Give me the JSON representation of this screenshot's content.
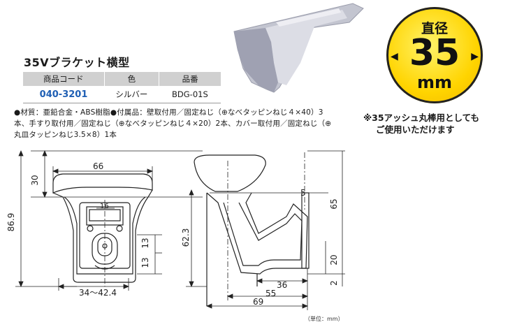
{
  "product": {
    "title": "35Vブラケット横型",
    "headers": [
      "商品コード",
      "色",
      "品番"
    ],
    "row": {
      "code": "040-3201",
      "color": "シルバー",
      "part": "BDG-01S"
    }
  },
  "notes": {
    "line1": "●材質：亜鉛合金・ABS樹脂●付属品：壁取付用／固定ねじ（⊕なべタッピンねじ４×40）3",
    "line2": "本、手すり取付用／固定ねじ（⊕なべタッピンねじ４×20）2本、カバー取付用／固定ねじ（⊕",
    "line3": "丸皿タッピンねじ3.5×8）1本"
  },
  "badge": {
    "label_top": "直径",
    "value": "35",
    "unit": "mm",
    "arrow_left": "◀",
    "arrow_right": "▶"
  },
  "side_note": {
    "line1": "※35アッシュ丸棒用としても",
    "line2": "ご使用いただけます"
  },
  "front_dims": {
    "width_top": "66",
    "height_top": "30",
    "height_total": "86.9",
    "inner": "16",
    "right1": "13",
    "right2": "13",
    "bottom_width": "34～42.4"
  },
  "side_dims": {
    "top_gap": "5",
    "height_65": "65",
    "height_623": "62.3",
    "height_20": "20",
    "height_2": "2",
    "len_36": "36",
    "len_55": "55",
    "len_69": "69"
  },
  "unit_label": "（単位：mm）",
  "colors": {
    "code_blue": "#1f5fb4",
    "badge_yellow": "#ffd400",
    "header_gray": "#d0d0d0",
    "product_gray": "#b8bac6"
  }
}
